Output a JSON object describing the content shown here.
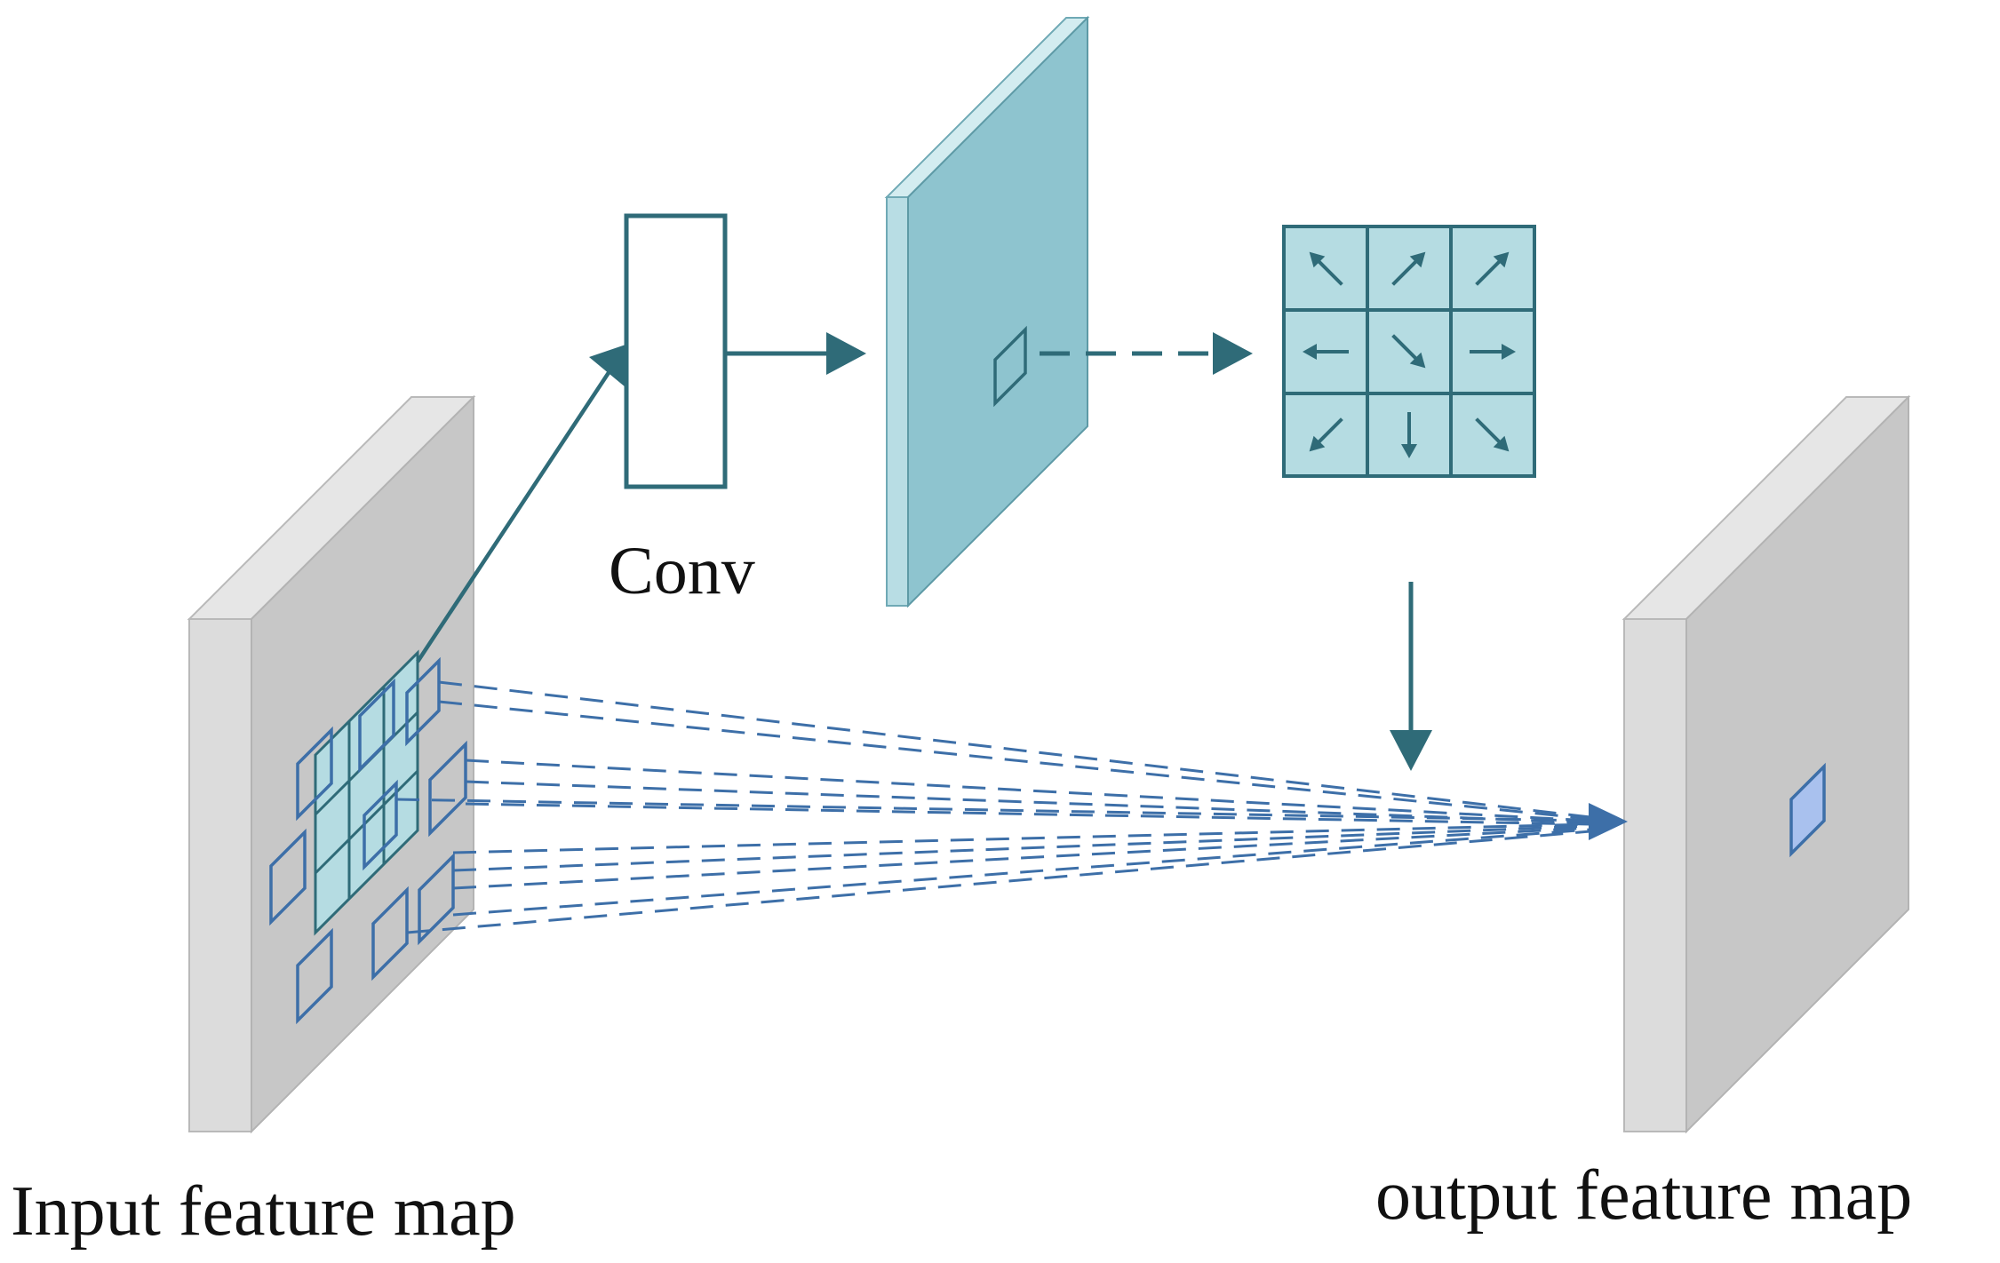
{
  "labels": {
    "conv": "Conv",
    "input": "Input feature map",
    "output": "output feature map"
  },
  "colors": {
    "arrow_teal": "#2f6b78",
    "offset_blue": "#3d6fa8",
    "feature_map_gray": "#c7c7c7",
    "feature_map_side": "#dcdcdc",
    "offset_field_cyan": "#8ec4cf",
    "offset_grid_fill": "#b5dce2",
    "sampled_patch_fill": "#a7cde0",
    "output_pixel_fill": "#a9c1ee"
  },
  "offset_kernel_arrows": [
    "up-left",
    "up-right",
    "up-right",
    "left",
    "down-right",
    "right",
    "down-left",
    "down",
    "down-right"
  ]
}
